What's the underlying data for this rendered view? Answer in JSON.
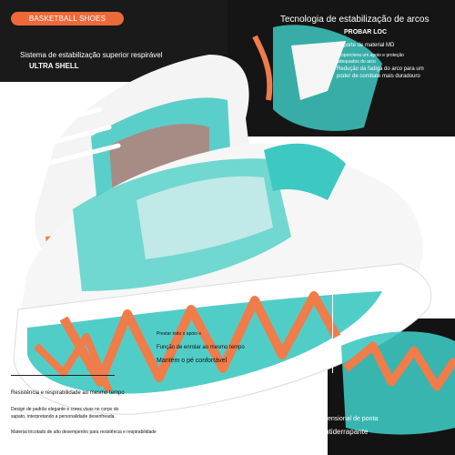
{
  "header_badge": "BASKETBALL SHOES",
  "top_left": {
    "subtitle": "Sistema de estabilização superior respirável",
    "title": "ULTRA SHELL"
  },
  "top_right": {
    "title": "Tecnologia de estabilização de arcos",
    "subtitle": "PROBAR LOC",
    "bullets": [
      "Suporte de material MD",
      "Proporciona um apoio e proteção",
      "adequados do arco",
      "Redução da fadiga do arco para um",
      "poder de combate mais duradouro"
    ]
  },
  "mid_right": {
    "lines": [
      "Prestar todo o apoio e",
      "Função de enrolar ao mesmo tempo",
      "Mantém o pé confortável"
    ]
  },
  "bottom_left": {
    "title": "Resistência e respirabilidade ao mesmo tempo",
    "description": [
      "Design de padrão elegante e cores vivas no corpo do",
      "sapato, interpretando a personalidade desenfreada.",
      "Material tricotado de alto desempenho para resistência e respirabilidade"
    ]
  },
  "bottom_right": {
    "title": "Textura tridimensional de ponta",
    "subtitle": "Borracha antiderrapante"
  },
  "colors": {
    "accent_orange": "#ec6a3a",
    "teal": "#3ec8c2",
    "dark_panel": "#151515"
  }
}
